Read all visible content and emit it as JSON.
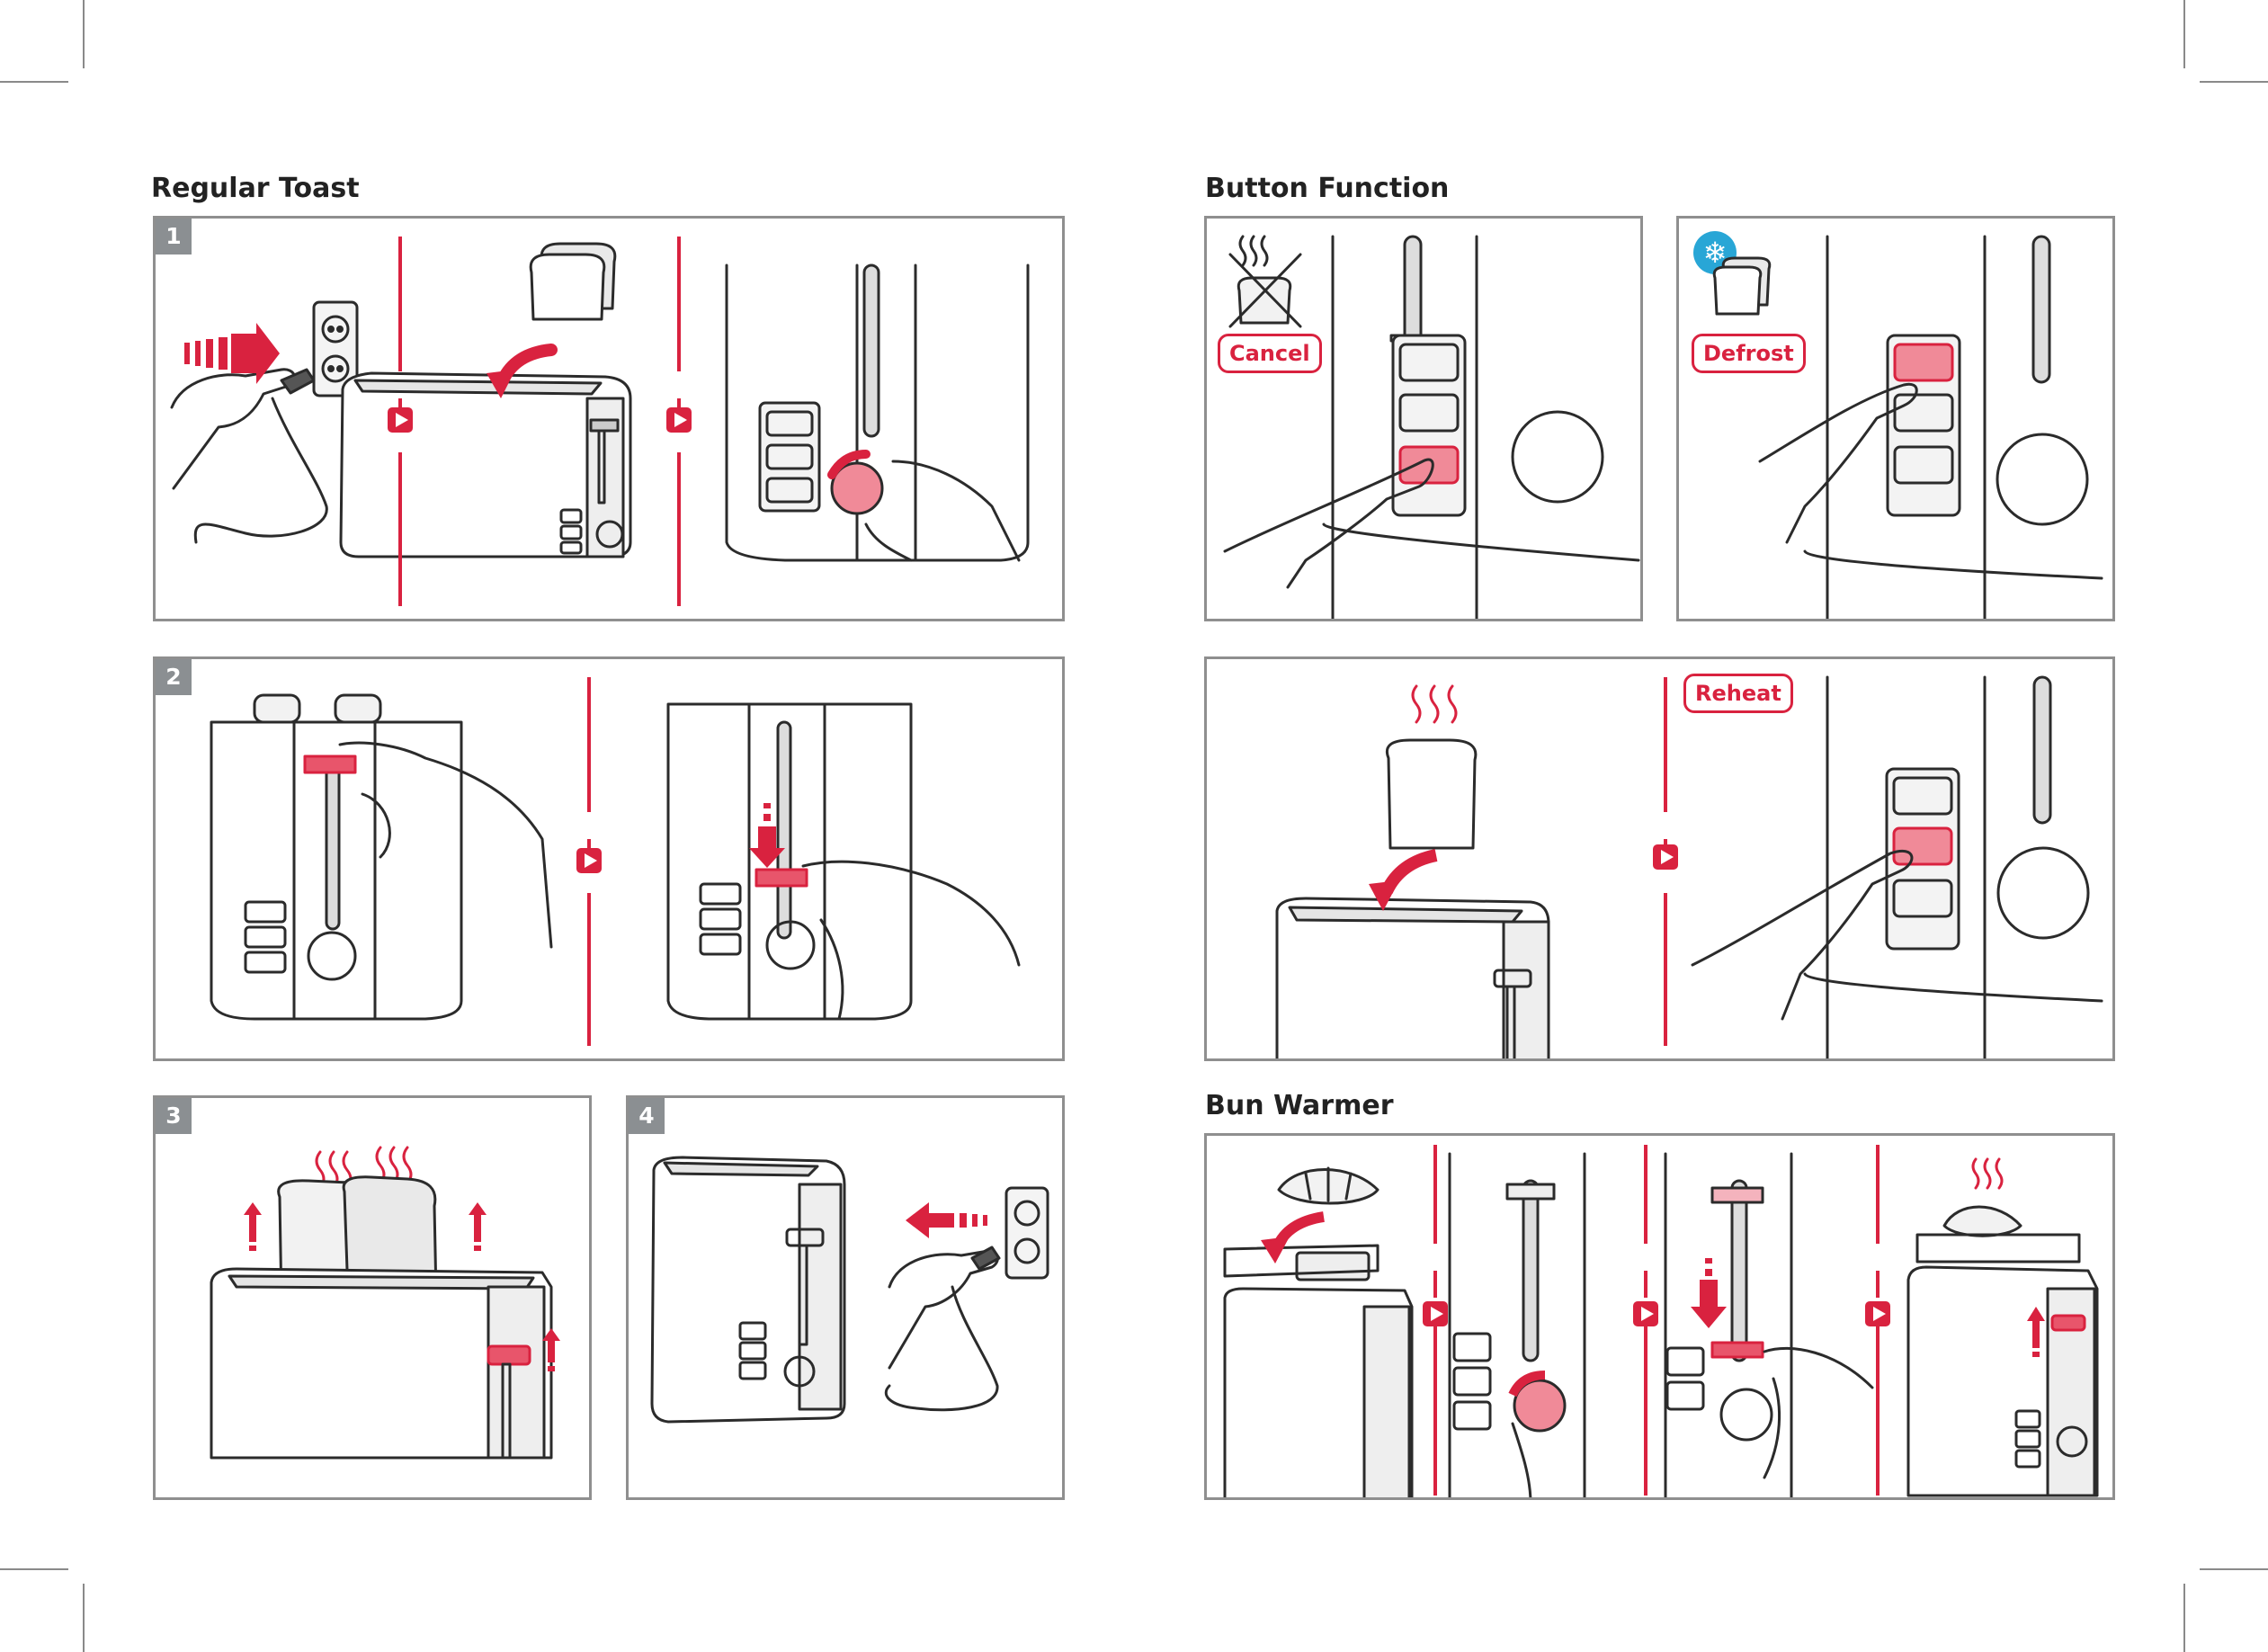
{
  "sections": {
    "regular_toast": "Regular Toast",
    "button_function": "Button Function",
    "bun_warmer": "Bun Warmer"
  },
  "steps": [
    "1",
    "2",
    "3",
    "4"
  ],
  "buttons": {
    "cancel": "Cancel",
    "defrost": "Defrost",
    "reheat": "Reheat"
  },
  "icons": {
    "snowflake": "❄",
    "next_arrow": "next-step-arrow-icon"
  },
  "colors": {
    "accent_red": "#d9223f",
    "outline": "#2b2b2b",
    "panel_border": "#8f8f8f",
    "badge_grey": "#8b8f92",
    "defrost_blue": "#28a6d6"
  }
}
